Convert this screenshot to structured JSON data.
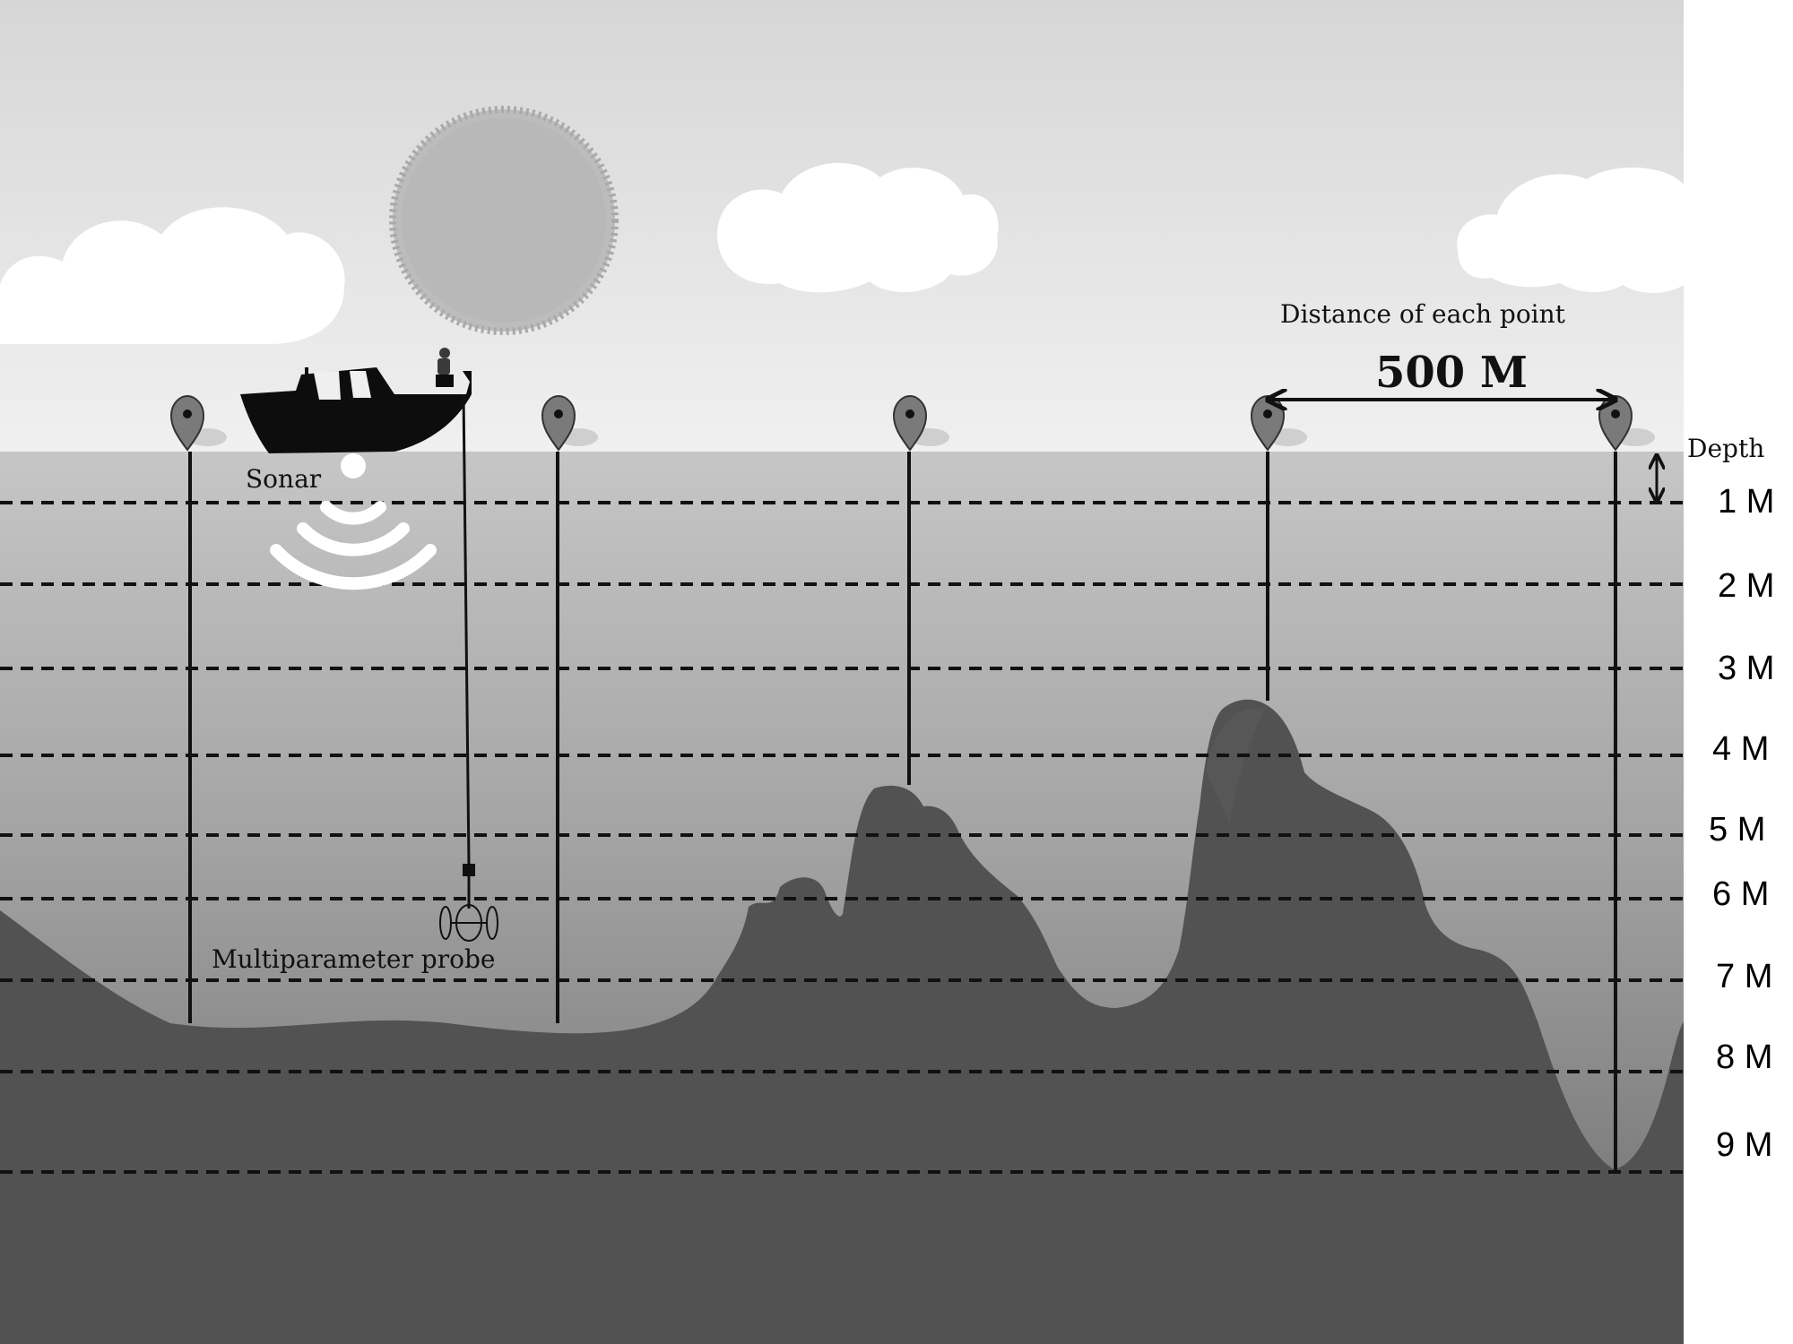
{
  "labels": {
    "sonar": "Sonar",
    "probe": "Multiparameter probe",
    "distance_caption": "Distance of each point",
    "distance_value": "500 M",
    "depth_title": "Depth"
  },
  "depth_marks": [
    "1 M",
    "2 M",
    "3 M",
    "4 M",
    "5 M",
    "6 M",
    "7 M",
    "8 M",
    "9 M"
  ],
  "icons": {
    "boat": "boat-icon",
    "sun": "sun-icon",
    "cloud": "cloud-icon",
    "pin": "map-pin-icon",
    "sonar_waves": "sonar-wave-icon",
    "probe": "probe-icon"
  },
  "colors": {
    "sky_top": "#d9d9d9",
    "sky_bottom": "#efefef",
    "water_top": "#c4c4c4",
    "water_bottom": "#6e6e6e",
    "seabed": "#525252",
    "line": "#111111"
  }
}
